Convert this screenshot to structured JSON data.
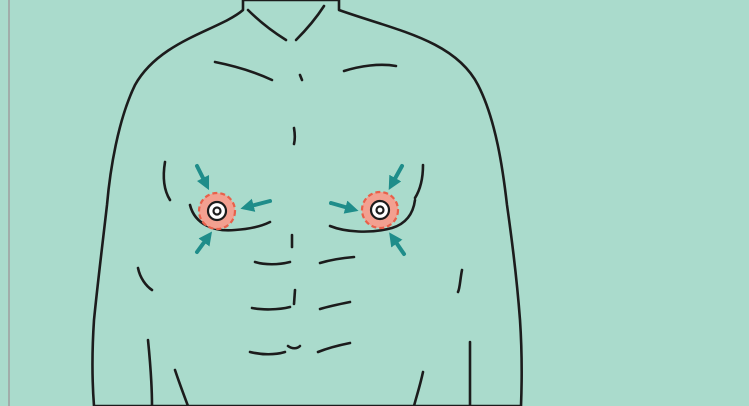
{
  "scene": {
    "subject": "male-torso-illustration",
    "background_color": "#aadbcc",
    "frame_color": "#9e9e9e",
    "skin_color": "#ffffff",
    "outline_color": "#1c1c1c",
    "highlight_fill": "#f3a090",
    "highlight_ring": "#e8604a",
    "arrow_color": "#1f8d8a",
    "highlighted_regions": [
      "left-nipple",
      "right-nipple"
    ],
    "arrows_per_region": 3
  }
}
